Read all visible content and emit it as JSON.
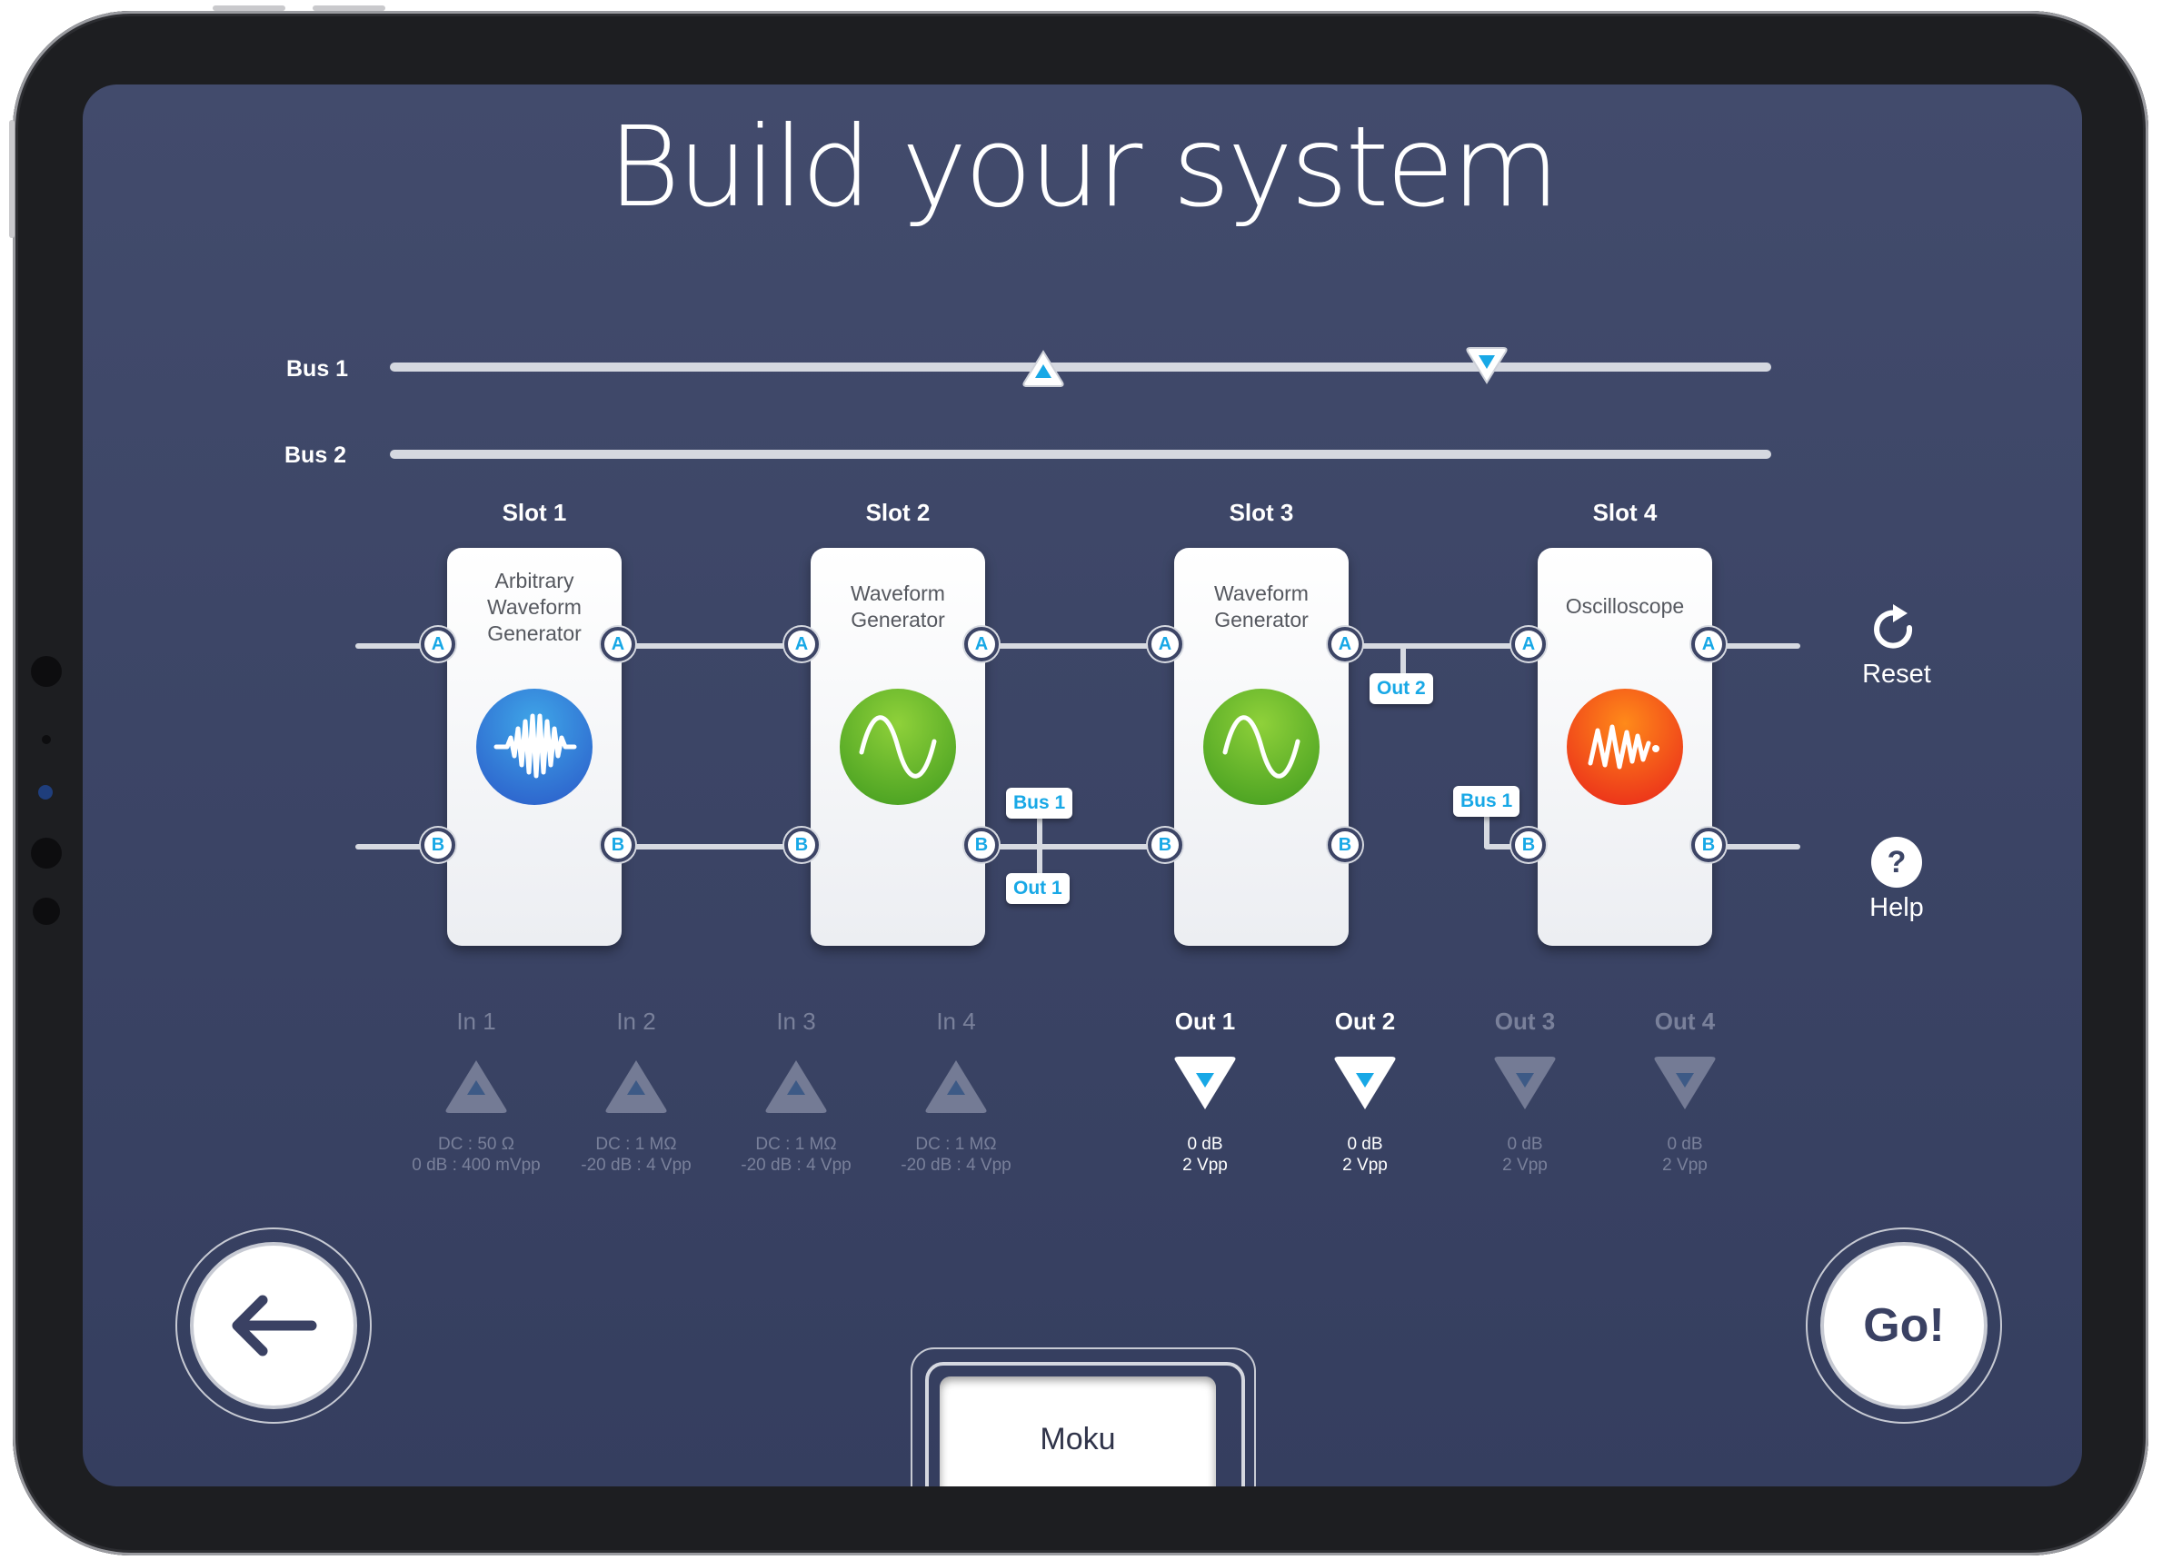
{
  "title": "Build your system",
  "buses": [
    {
      "label": "Bus 1"
    },
    {
      "label": "Bus 2"
    }
  ],
  "slots": [
    {
      "label": "Slot 1",
      "instrument": "Arbitrary Waveform Generator",
      "icon": "waveform-burst-icon",
      "color": "#2f8fd6"
    },
    {
      "label": "Slot 2",
      "instrument": "Waveform Generator",
      "icon": "sine-wave-icon",
      "color": "#6ab82b"
    },
    {
      "label": "Slot 3",
      "instrument": "Waveform Generator",
      "icon": "sine-wave-icon",
      "color": "#6ab82b"
    },
    {
      "label": "Slot 4",
      "instrument": "Oscilloscope",
      "icon": "oscilloscope-trace-icon",
      "color": "#f24a14"
    }
  ],
  "ports": {
    "a": "A",
    "b": "B"
  },
  "tags": {
    "slot2_bus1": "Bus 1",
    "slot2_out1": "Out 1",
    "slot3_out2": "Out 2",
    "slot4_bus1": "Bus 1"
  },
  "actions": {
    "reset": "Reset",
    "help": "Help"
  },
  "inputs": [
    {
      "label": "In 1",
      "line1": "DC : 50 Ω",
      "line2": "0 dB : 400 mVpp"
    },
    {
      "label": "In 2",
      "line1": "DC : 1 MΩ",
      "line2": "-20 dB : 4 Vpp"
    },
    {
      "label": "In 3",
      "line1": "DC : 1 MΩ",
      "line2": "-20 dB : 4 Vpp"
    },
    {
      "label": "In 4",
      "line1": "DC : 1 MΩ",
      "line2": "-20 dB : 4 Vpp"
    }
  ],
  "outputs": [
    {
      "label": "Out 1",
      "line1": "0 dB",
      "line2": "2 Vpp",
      "active": true
    },
    {
      "label": "Out 2",
      "line1": "0 dB",
      "line2": "2 Vpp",
      "active": true
    },
    {
      "label": "Out 3",
      "line1": "0 dB",
      "line2": "2 Vpp",
      "active": false
    },
    {
      "label": "Out 4",
      "line1": "0 dB",
      "line2": "2 Vpp",
      "active": false
    }
  ],
  "go_label": "Go!",
  "moku_label": "Moku",
  "colors": {
    "background": "#3c4566",
    "accent": "#18a8e6",
    "inactive": "#79809a",
    "button_text": "#3a4163"
  }
}
